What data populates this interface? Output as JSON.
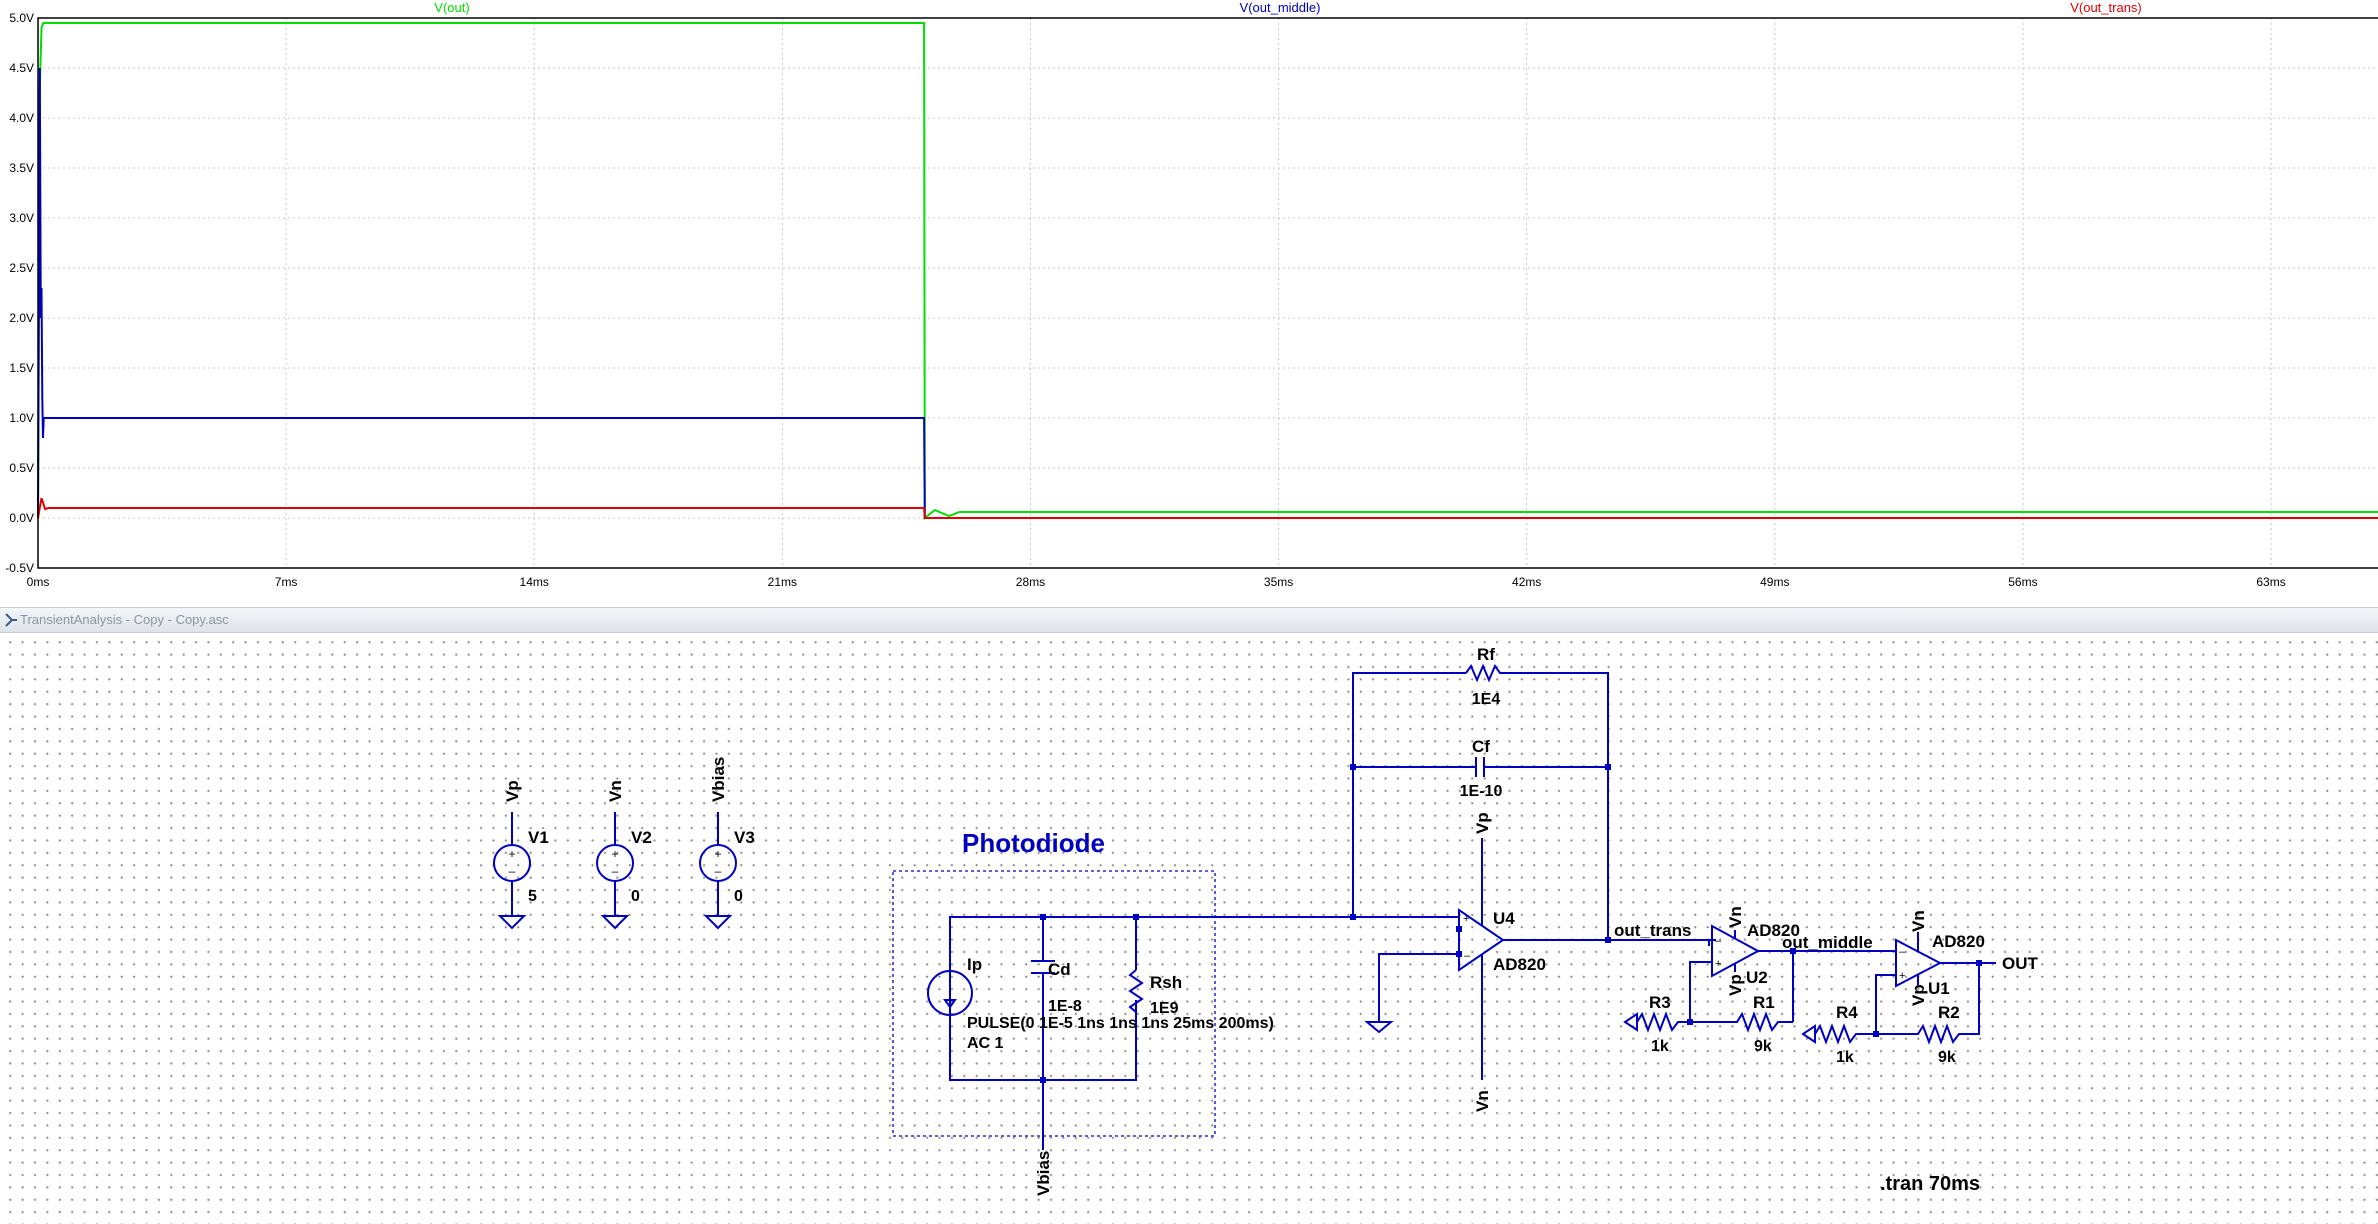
{
  "waveform": {
    "traces": [
      {
        "name": "V(out)",
        "color": "#00e000"
      },
      {
        "name": "V(out_middle)",
        "color": "#0000c0"
      },
      {
        "name": "V(out_trans)",
        "color": "#e00000"
      }
    ],
    "y_ticks": [
      "5.0V",
      "4.5V",
      "4.0V",
      "3.5V",
      "3.0V",
      "2.5V",
      "2.0V",
      "1.5V",
      "1.0V",
      "0.5V",
      "0.0V",
      "-0.5V"
    ],
    "x_ticks": [
      "0ms",
      "7ms",
      "14ms",
      "21ms",
      "28ms",
      "35ms",
      "42ms",
      "49ms",
      "56ms",
      "63ms"
    ]
  },
  "chart_data": {
    "type": "line",
    "xlabel": "",
    "ylabel": "",
    "xlim": [
      0,
      66.3
    ],
    "ylim": [
      -0.5,
      5.0
    ],
    "grid": true,
    "series": [
      {
        "name": "V(out)",
        "color": "#00e000",
        "x": [
          0,
          0.05,
          0.1,
          0.15,
          25.0,
          25.02,
          25.3,
          25.7,
          26.0,
          66.3
        ],
        "y": [
          0,
          4.3,
          4.9,
          4.95,
          4.95,
          0.0,
          0.08,
          0.02,
          0.06,
          0.06
        ]
      },
      {
        "name": "V(out_middle)",
        "color": "#0000c0",
        "x": [
          0,
          0.05,
          0.08,
          0.1,
          0.12,
          0.14,
          0.16,
          0.2,
          25.0,
          25.02,
          66.3
        ],
        "y": [
          0,
          4.5,
          2.0,
          2.3,
          1.2,
          0.8,
          1.0,
          1.0,
          1.0,
          0.0,
          0.0
        ]
      },
      {
        "name": "V(out_trans)",
        "color": "#e00000",
        "x": [
          0,
          0.1,
          0.2,
          0.3,
          25.0,
          25.02,
          66.3
        ],
        "y": [
          0,
          0.2,
          0.09,
          0.1,
          0.1,
          0.0,
          0.0
        ]
      }
    ]
  },
  "window": {
    "title": "TransientAnalysis - Copy - Copy.asc"
  },
  "schematic": {
    "title": "Photodiode",
    "sources": [
      {
        "ref": "V1",
        "net": "Vp",
        "value": "5"
      },
      {
        "ref": "V2",
        "net": "Vn",
        "value": "0"
      },
      {
        "ref": "V3",
        "net": "Vbias",
        "value": "0"
      }
    ],
    "ip": {
      "ref": "Ip",
      "value": "PULSE(0 1E-5 1ns 1ns 1ns 25ms 200ms)",
      "ac": "AC 1"
    },
    "cd": {
      "ref": "Cd",
      "value": "1E-8"
    },
    "rsh": {
      "ref": "Rsh",
      "value": "1E9"
    },
    "rf": {
      "ref": "Rf",
      "value": "1E4"
    },
    "cf": {
      "ref": "Cf",
      "value": "1E-10"
    },
    "u4": {
      "ref": "U4",
      "model": "AD820"
    },
    "u2": {
      "ref": "U2",
      "model": "AD820"
    },
    "u1": {
      "ref": "U1",
      "model": "AD820"
    },
    "r1": {
      "ref": "R1",
      "value": "9k"
    },
    "r2": {
      "ref": "R2",
      "value": "9k"
    },
    "r3": {
      "ref": "R3",
      "value": "1k"
    },
    "r4": {
      "ref": "R4",
      "value": "1k"
    },
    "nets": {
      "vp": "Vp",
      "vn": "Vn",
      "vbias": "Vbias",
      "out_trans": "out_trans",
      "out_middle": "out_middle",
      "out": "OUT"
    },
    "directive": ".tran 70ms"
  }
}
